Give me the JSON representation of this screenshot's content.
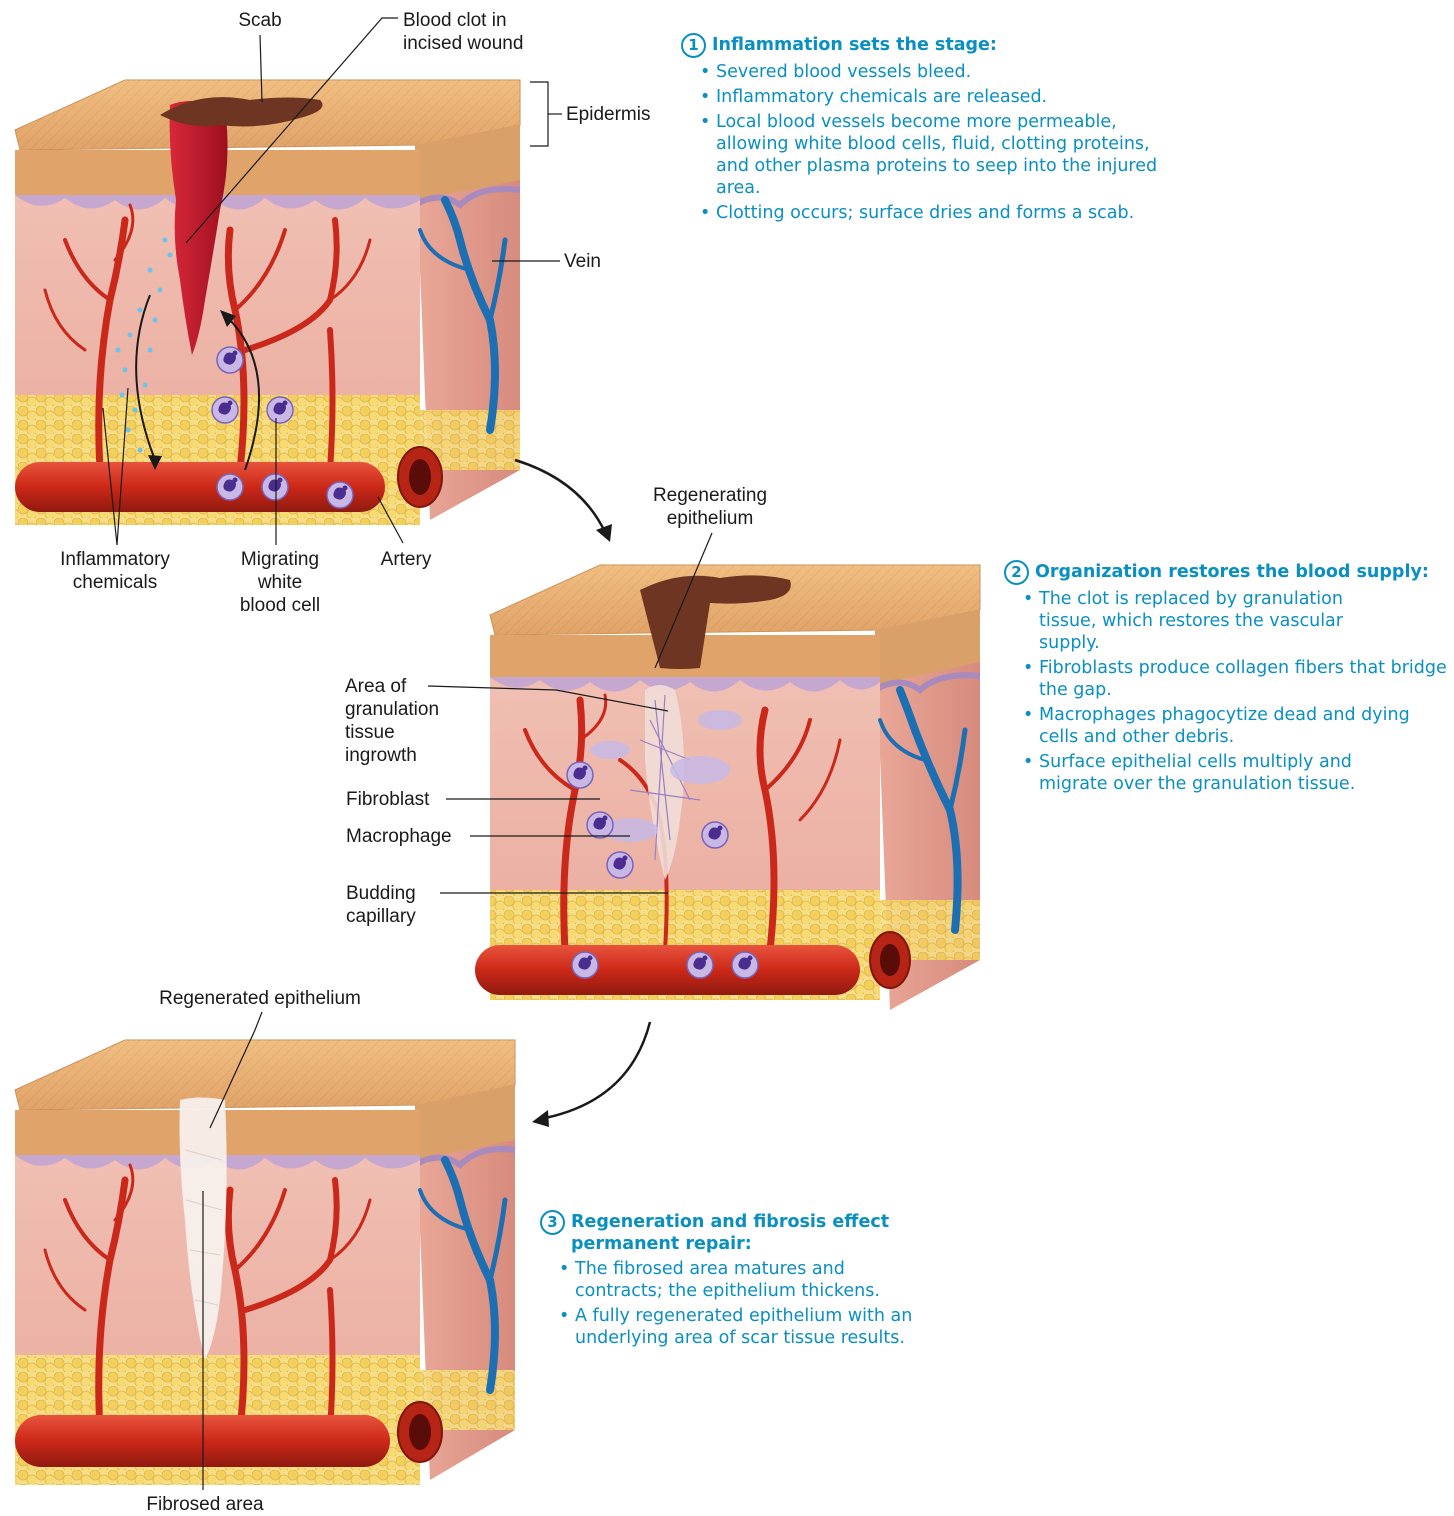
{
  "labels": {
    "scab": "Scab",
    "blood_clot": "Blood clot in\nincised wound",
    "epidermis": "Epidermis",
    "vein": "Vein",
    "inflammatory_chemicals": "Inflammatory\nchemicals",
    "migrating_wbc": "Migrating\nwhite\nblood cell",
    "artery": "Artery",
    "regenerating_epithelium": "Regenerating\nepithelium",
    "granulation": "Area of\ngranulation\ntissue\ningrowth",
    "fibroblast": "Fibroblast",
    "macrophage": "Macrophage",
    "budding_capillary": "Budding\ncapillary",
    "regenerated_epithelium": "Regenerated epithelium",
    "fibrosed_area": "Fibrosed area"
  },
  "steps": [
    {
      "number": "1",
      "title": "Inflammation sets the stage:",
      "bullets": [
        "Severed blood vessels bleed.",
        "Inflammatory chemicals are released.",
        "Local blood vessels become more permeable, allowing white blood cells, fluid, clotting proteins, and other plasma proteins to seep into the injured area.",
        "Clotting occurs; surface dries and forms a scab."
      ]
    },
    {
      "number": "2",
      "title": "Organization restores the blood supply:",
      "bullets": [
        "The clot is replaced by granulation tissue, which restores the vascular supply.",
        "Fibroblasts produce collagen fibers that bridge the gap.",
        "Macrophages phagocytize dead and dying cells and other debris.",
        "Surface epithelial cells multiply and migrate over the granulation tissue."
      ]
    },
    {
      "number": "3",
      "title": "Regeneration and fibrosis effect permanent repair:",
      "bullets": [
        "The fibrosed area matures and contracts; the epithelium thickens.",
        "A fully regenerated epithelium with an underlying area of scar tissue results."
      ]
    }
  ],
  "colors": {
    "step_text": "#0a8fc1",
    "dermis": "#f0b9ad",
    "epidermis": "#e3a56a",
    "basement": "#c6a7cf",
    "fat": "#f3d775",
    "artery": "#cf2a1c",
    "vein": "#1d6fb3",
    "clot": "#b41225",
    "scab": "#6d3522"
  }
}
